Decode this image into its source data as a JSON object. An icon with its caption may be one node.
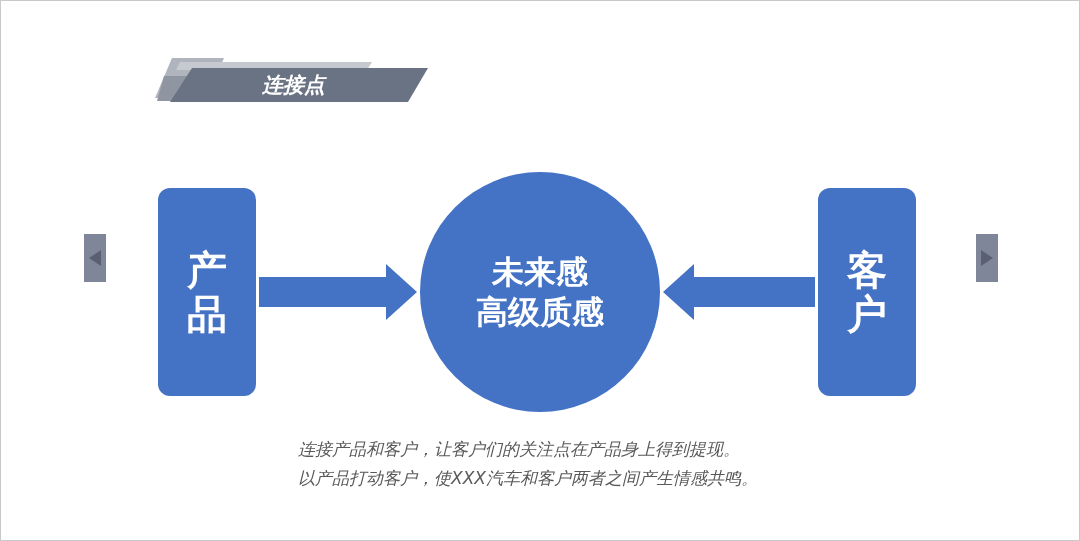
{
  "diagram": {
    "title": "连接点",
    "nodes": [
      {
        "text": [
          "产品"
        ]
      },
      {
        "text": [
          "未来感",
          "高级质感"
        ]
      },
      {
        "text": [
          "客户"
        ]
      }
    ],
    "edges": [
      {
        "from": 0,
        "to": 1,
        "arrow": "to"
      },
      {
        "from": 2,
        "to": 1,
        "arrow": "to"
      }
    ],
    "labels": [
      "连接产品和客户，让客户们的关注点在产品身上得到提现。",
      "以产品打动客户，使XXX汽车和客户两者之间产生情感共鸣。"
    ]
  }
}
